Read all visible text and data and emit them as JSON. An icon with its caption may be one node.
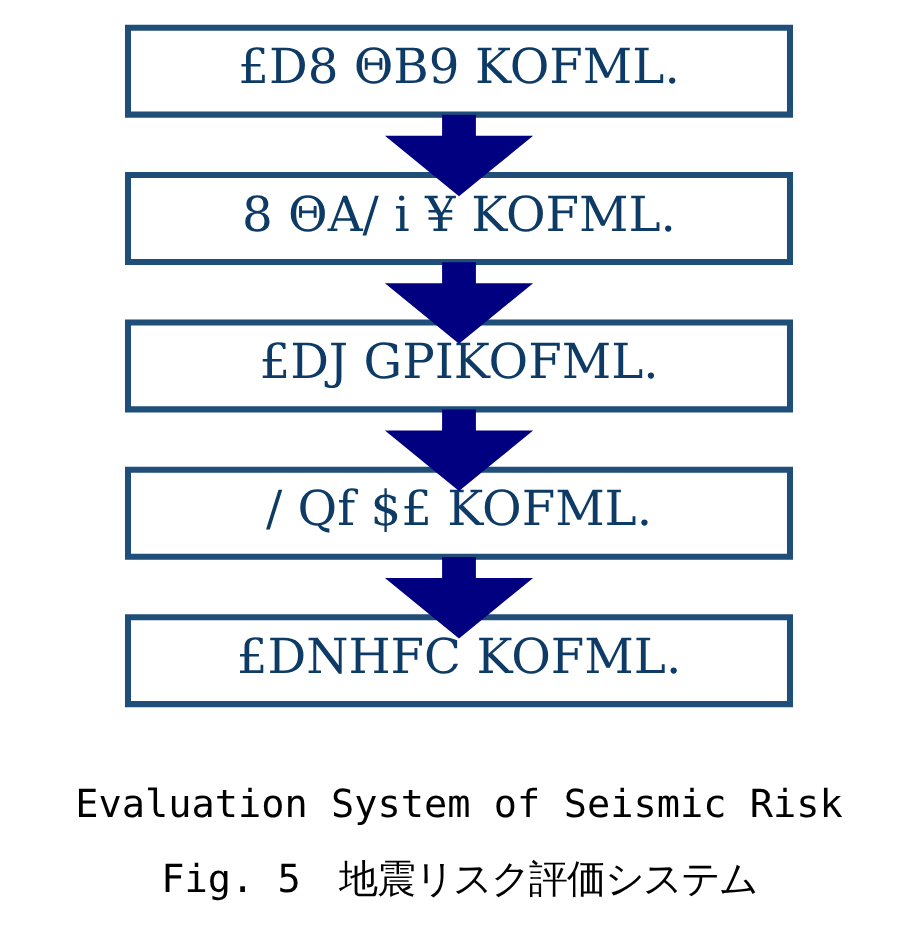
{
  "diagram": {
    "caption": "Fig. 5　地震リスク評価システム",
    "nodes": [
      {
        "text": [
          "£D8 ΘB9 KOFML."
        ]
      },
      {
        "text": [
          "8 ΘA/ i ¥ KOFML."
        ]
      },
      {
        "text": [
          "£DJ GPIKOFML."
        ]
      },
      {
        "text": [
          "/ Qf $£ KOFML."
        ]
      },
      {
        "text": [
          "£DNHFC KOFML."
        ]
      }
    ],
    "edges": [
      {
        "from": 0,
        "to": 1,
        "arrow": "to"
      },
      {
        "from": 1,
        "to": 2,
        "arrow": "to"
      },
      {
        "from": 2,
        "to": 3,
        "arrow": "to"
      },
      {
        "from": 3,
        "to": 4,
        "arrow": "to"
      }
    ],
    "labels": [
      "Evaluation System of Seismic Risk"
    ]
  }
}
